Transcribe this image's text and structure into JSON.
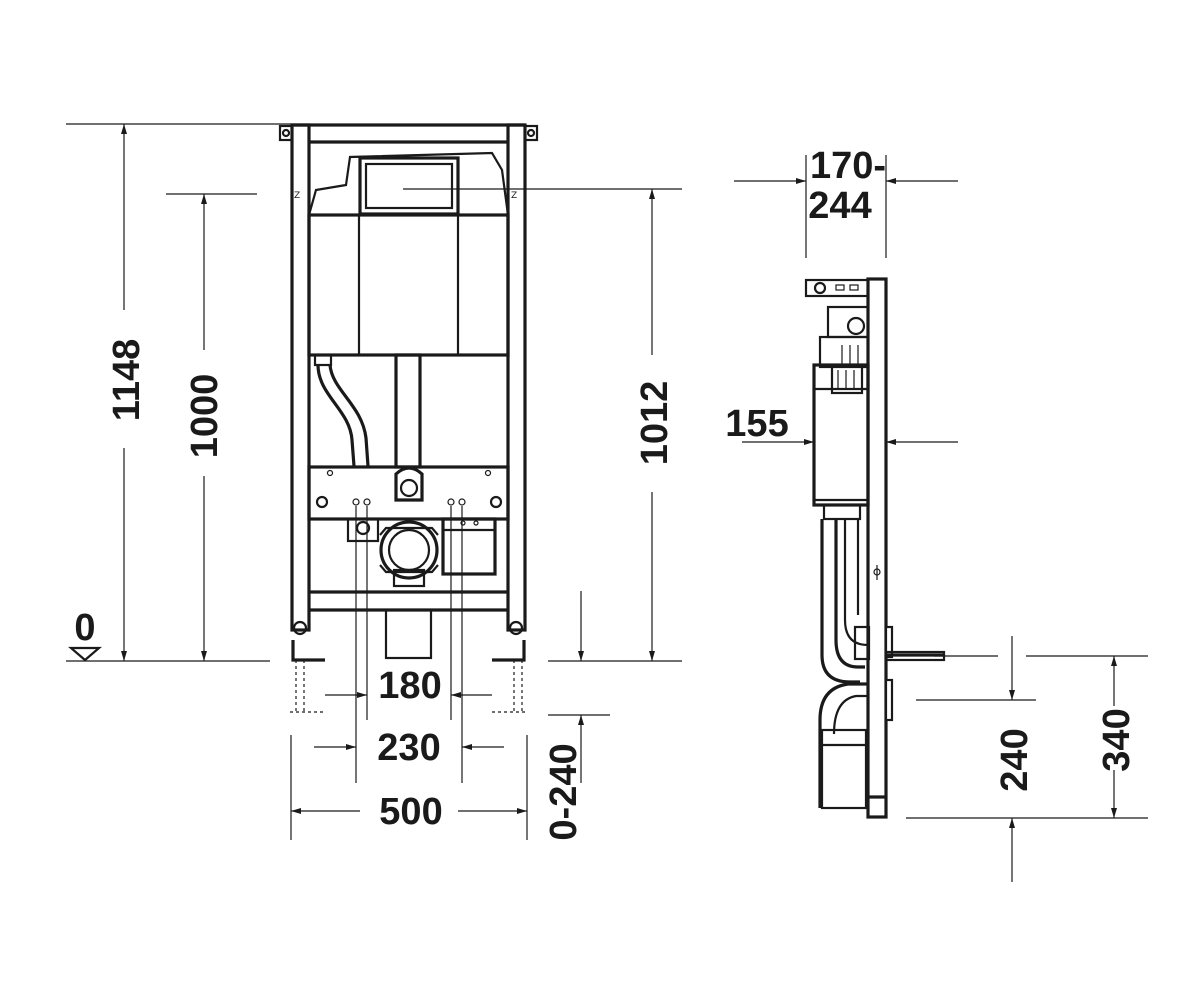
{
  "front_view": {
    "height_overall": "1148",
    "height_support": "1000",
    "height_flush": "1012",
    "datum": "0",
    "spacing_inner": "180",
    "spacing_outer": "230",
    "width_overall": "500",
    "foot_adjust": "0-240"
  },
  "side_view": {
    "depth_top": "170-",
    "depth_bottom": "244",
    "depth_tank": "155",
    "height_drain": "240",
    "height_outlet": "340"
  },
  "colors": {
    "line": "#1a1a1a",
    "background": "#ffffff"
  }
}
